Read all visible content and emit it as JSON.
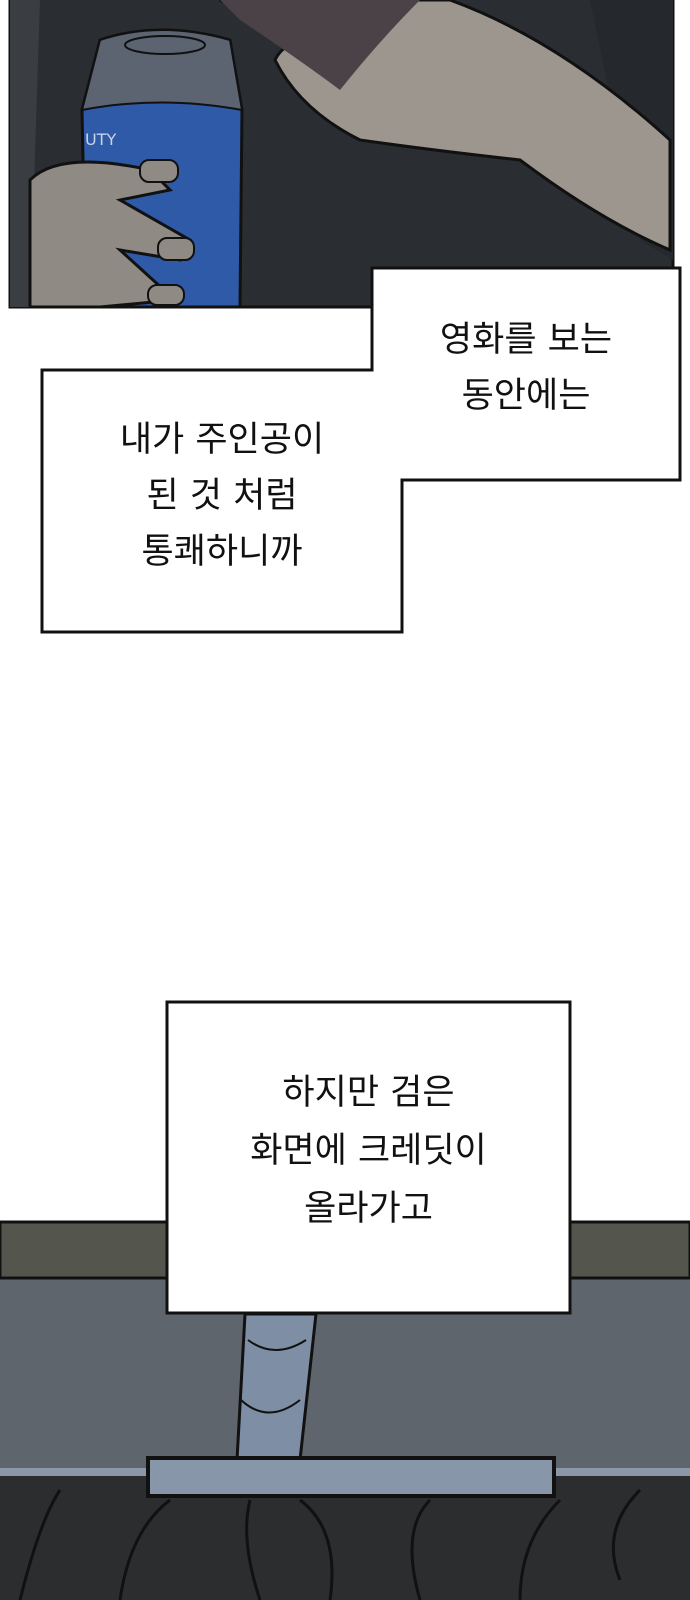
{
  "captions": {
    "box1": {
      "lines": [
        "영화를 보는",
        "동안에는"
      ]
    },
    "box2": {
      "lines": [
        "내가 주인공이",
        "된 것 처럼",
        "통쾌하니까"
      ]
    },
    "box3": {
      "lines": [
        "하지만 검은",
        "화면에 크레딧이",
        "올라가고"
      ]
    }
  },
  "can_label": "UTY",
  "colors": {
    "panel_dark": "#2a2d31",
    "can_blue": "#2f5aa8",
    "skin": "#8f8a84",
    "wall": "#5f656d",
    "frame": "#111111"
  }
}
